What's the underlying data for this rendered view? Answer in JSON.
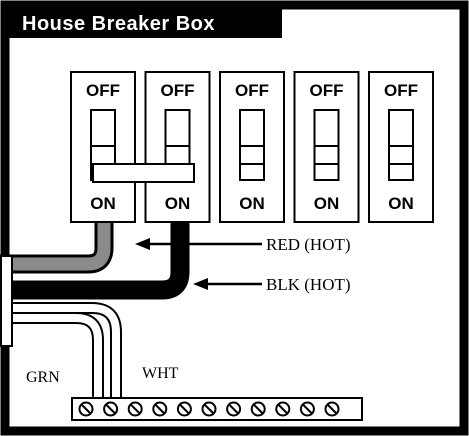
{
  "title": "House Breaker Box",
  "breakers": [
    {
      "top_label": "OFF",
      "bottom_label": "ON"
    },
    {
      "top_label": "OFF",
      "bottom_label": "ON"
    },
    {
      "top_label": "OFF",
      "bottom_label": "ON"
    },
    {
      "top_label": "OFF",
      "bottom_label": "ON"
    },
    {
      "top_label": "OFF",
      "bottom_label": "ON"
    }
  ],
  "wire_labels": {
    "red": "RED (HOT)",
    "black": "BLK (HOT)",
    "ground": "GRN",
    "white": "WHT"
  },
  "terminal_count": 11,
  "colors": {
    "outline": "#000000",
    "background": "#ffffff",
    "red_wire": "#8a8a8a",
    "black_wire": "#000000"
  }
}
